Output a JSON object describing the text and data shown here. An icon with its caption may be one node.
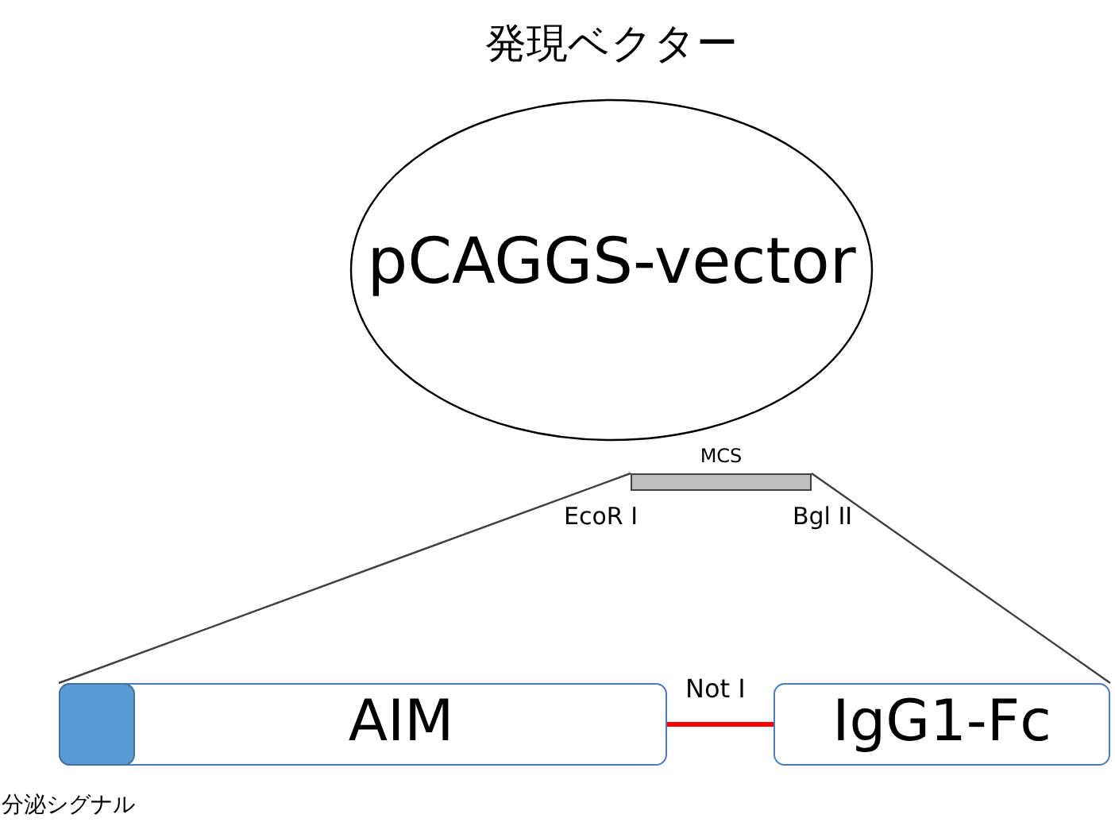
{
  "diagram": {
    "nodes": [
      {
        "text": [
          "発現ベクター",
          "pCAGGS-vector"
        ]
      },
      {
        "text": [
          "MCS"
        ],
        "beside": [
          "EcoR I",
          "Bgl II"
        ]
      },
      {
        "text": [
          "AIM"
        ]
      },
      {
        "text": [],
        "shape": "box",
        "in": 2,
        "beside": [
          "分泌シグナル"
        ]
      },
      {
        "text": [
          "IgG1-Fc"
        ]
      }
    ],
    "edges": [
      {
        "from": 2,
        "to": 4,
        "arrow": "none",
        "label": "Not I",
        "color": "#ff0000",
        "style": "thick"
      },
      {
        "from": 1,
        "to": 2,
        "arrow": "none"
      },
      {
        "from": 1,
        "to": 4,
        "arrow": "none"
      }
    ]
  }
}
